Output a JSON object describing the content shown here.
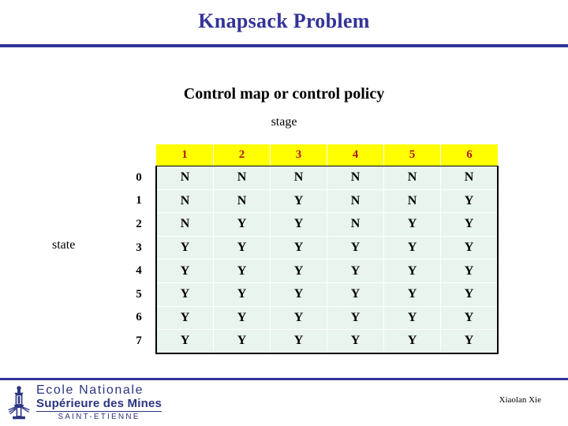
{
  "slide": {
    "title": "Knapsack Problem",
    "section_heading": "Control map or control policy",
    "author": "Xiaolan Xie"
  },
  "axes": {
    "top_label": "stage",
    "left_label": "state"
  },
  "colors": {
    "title": "#333399",
    "rule": "#333399",
    "header_bg": "#ffff00",
    "header_text": "#b01818",
    "cell_bg": "#e9f4ee",
    "cell_text": "#000000",
    "logo": "#2b3580"
  },
  "logo": {
    "line1": "Ecole  Nationale",
    "line2": "Supérieure des Mines",
    "line3": "SAINT-ETIENNE",
    "mark": "tower-lamp-emblem"
  },
  "chart_data": {
    "type": "table",
    "title": "Control map or control policy",
    "xlabel": "stage",
    "ylabel": "state",
    "columns": [
      "1",
      "2",
      "3",
      "4",
      "5",
      "6"
    ],
    "row_labels": [
      "0",
      "1",
      "2",
      "3",
      "4",
      "5",
      "6",
      "7"
    ],
    "rows": [
      [
        "N",
        "N",
        "N",
        "N",
        "N",
        "N"
      ],
      [
        "N",
        "N",
        "Y",
        "N",
        "N",
        "Y"
      ],
      [
        "N",
        "Y",
        "Y",
        "N",
        "Y",
        "Y"
      ],
      [
        "Y",
        "Y",
        "Y",
        "Y",
        "Y",
        "Y"
      ],
      [
        "Y",
        "Y",
        "Y",
        "Y",
        "Y",
        "Y"
      ],
      [
        "Y",
        "Y",
        "Y",
        "Y",
        "Y",
        "Y"
      ],
      [
        "Y",
        "Y",
        "Y",
        "Y",
        "Y",
        "Y"
      ],
      [
        "Y",
        "Y",
        "Y",
        "Y",
        "Y",
        "Y"
      ]
    ]
  }
}
